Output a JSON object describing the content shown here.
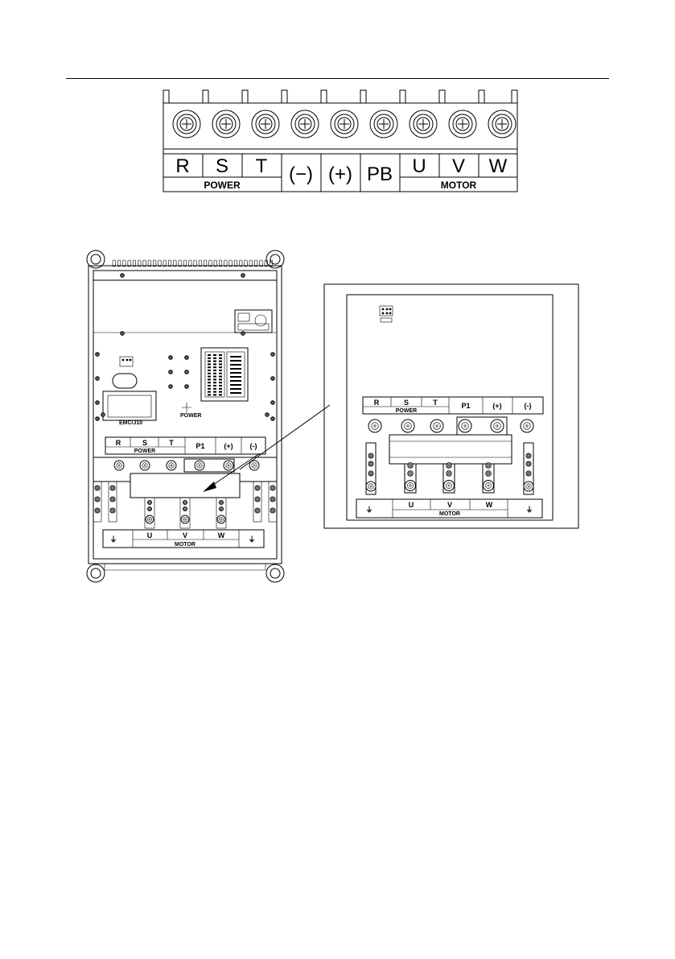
{
  "top_terminal_block": {
    "terminals": [
      "R",
      "S",
      "T",
      "(−)",
      "(+)",
      "PB",
      "U",
      "V",
      "W"
    ],
    "group_power": "POWER",
    "group_motor": "MOTOR"
  },
  "drive_overview": {
    "top_row": [
      "R",
      "S",
      "T",
      "P1",
      "(+)",
      "(-)"
    ],
    "power_label": "POWER",
    "bottom_row": [
      "U",
      "V",
      "W"
    ],
    "motor_label": "MOTOR",
    "board_label_left": "EMC/J10",
    "board_label_power": "POWER"
  },
  "detail_view": {
    "top_row": [
      "R",
      "S",
      "T",
      "P1",
      "(+)",
      "(-)"
    ],
    "power_label": "POWER",
    "bottom_row": [
      "U",
      "V",
      "W"
    ],
    "motor_label": "MOTOR"
  }
}
